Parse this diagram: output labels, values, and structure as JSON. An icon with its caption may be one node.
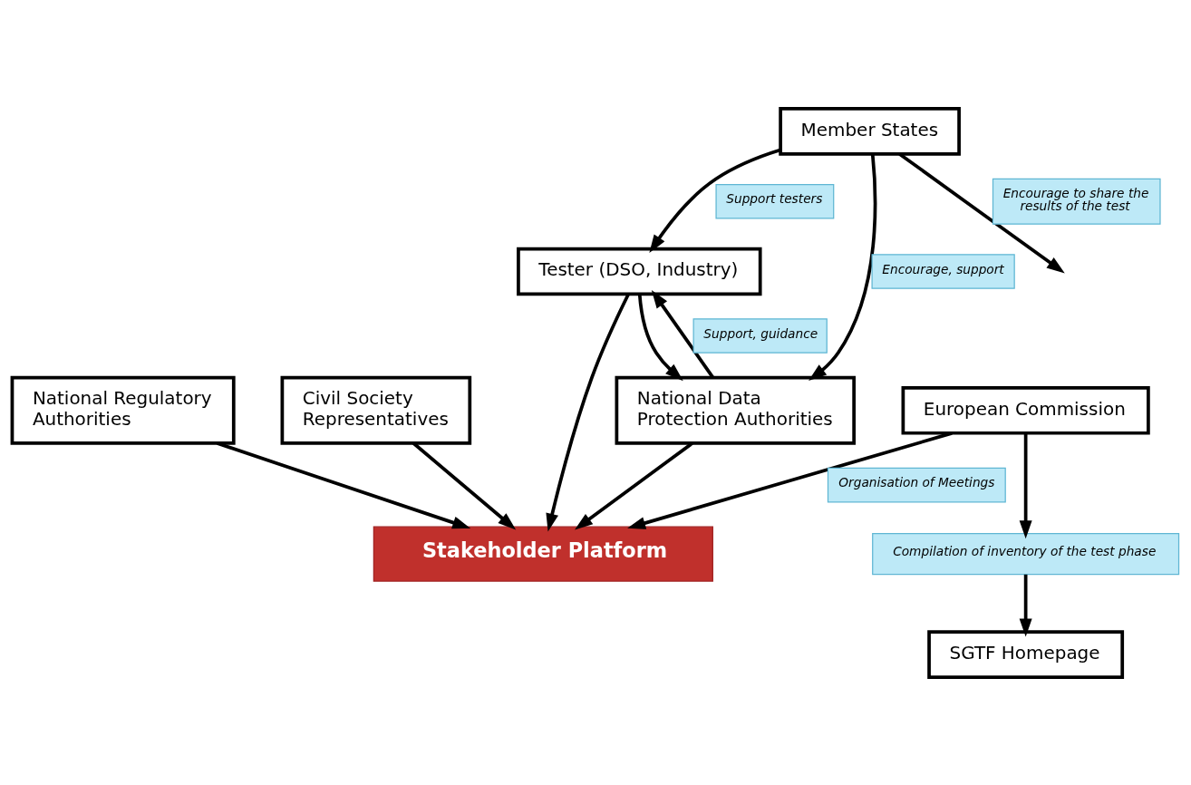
{
  "diagram": {
    "nodes": [
      {
        "text": [
          "Tester (DSO, Industry)"
        ]
      },
      {
        "text": [
          "Civil Society Representatives"
        ]
      },
      {
        "text": [
          "National Data Protection Authorities"
        ]
      },
      {
        "text": [
          "Member States"
        ]
      },
      {
        "text": [
          "Stakeholder Platform"
        ]
      },
      {
        "text": [
          "National Regulatory Authorities"
        ]
      },
      {
        "text": [
          "European Commission"
        ]
      },
      {
        "text": [
          "Compilation of inventory of the test phase"
        ]
      },
      {
        "text": [
          "SGTF Homepage"
        ]
      }
    ],
    "edges": [
      {
        "from": 3,
        "to": 0,
        "arrow": "to",
        "label": "Support testers"
      },
      {
        "from": 0,
        "to": 2,
        "arrow": "to"
      },
      {
        "from": 2,
        "to": 0,
        "arrow": "to",
        "label": "Support, guidance"
      },
      {
        "from": 3,
        "to": null,
        "arrow": "to",
        "label": "Encourage to share the results of the test"
      },
      {
        "from": 3,
        "to": 2,
        "arrow": "to",
        "label": "Encourage, support"
      },
      {
        "from": 0,
        "to": 4,
        "arrow": "to"
      },
      {
        "from": 1,
        "to": 4,
        "arrow": "to"
      },
      {
        "from": 2,
        "to": 4,
        "arrow": "to"
      },
      {
        "from": 5,
        "to": 4,
        "arrow": "to"
      },
      {
        "from": 6,
        "to": 4,
        "arrow": "to",
        "label": "Organisation of Meetings"
      },
      {
        "from": 6,
        "to": 7,
        "arrow": "to"
      },
      {
        "from": 7,
        "to": 8,
        "arrow": "to"
      }
    ]
  }
}
